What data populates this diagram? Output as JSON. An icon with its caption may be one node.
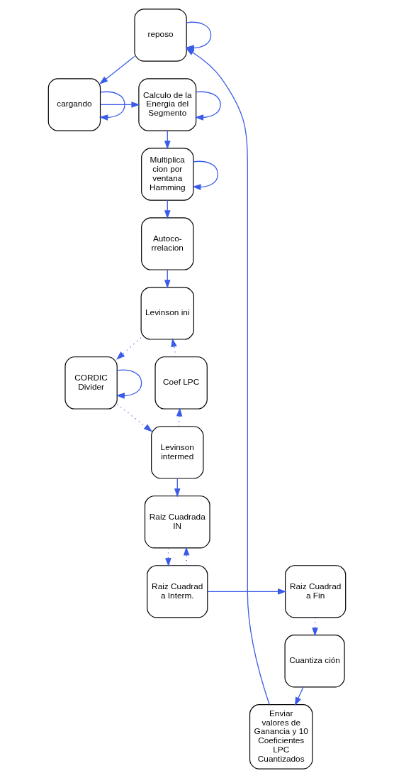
{
  "diagram": {
    "nodes": [
      {
        "text": [
          "reposo"
        ]
      },
      {
        "text": [
          "cargando"
        ]
      },
      {
        "text": [
          "Calculo de la Energia del Segmento"
        ]
      },
      {
        "text": [
          "Multiplica cion por ventana Hamming"
        ]
      },
      {
        "text": [
          "Autoco- rrelacion"
        ]
      },
      {
        "text": [
          "Levinson ini"
        ]
      },
      {
        "text": [
          "Coef LPC"
        ]
      },
      {
        "text": [
          "CORDIC Divider"
        ]
      },
      {
        "text": [
          "Levinson intermed"
        ]
      },
      {
        "text": [
          "Raiz Cuadrada IN"
        ]
      },
      {
        "text": [
          "Raiz Cuadrad a Interm."
        ]
      },
      {
        "text": [
          "Raiz Cuadrad a Fin"
        ]
      },
      {
        "text": [
          "Cuantiza ción"
        ]
      },
      {
        "text": [
          "Enviar valores de Ganancia y 10 Coeficientes LPC Cuantizados"
        ]
      }
    ],
    "edges": [
      {
        "from": 0,
        "to": 0,
        "arrow": "to"
      },
      {
        "from": 0,
        "to": 1,
        "arrow": "to"
      },
      {
        "from": 1,
        "to": 1,
        "arrow": "to"
      },
      {
        "from": 1,
        "to": 2,
        "arrow": "to"
      },
      {
        "from": 2,
        "to": 2,
        "arrow": "to"
      },
      {
        "from": 2,
        "to": 3,
        "arrow": "to"
      },
      {
        "from": 3,
        "to": 3,
        "arrow": "to"
      },
      {
        "from": 3,
        "to": 4,
        "arrow": "to"
      },
      {
        "from": 4,
        "to": 5,
        "arrow": "to"
      },
      {
        "from": 6,
        "to": 5,
        "arrow": "to",
        "style": "dashed"
      },
      {
        "from": 5,
        "to": 7,
        "arrow": "to",
        "style": "dashed"
      },
      {
        "from": 7,
        "to": 7,
        "arrow": "to"
      },
      {
        "from": 7,
        "to": 8,
        "arrow": "to",
        "style": "dashed"
      },
      {
        "from": 8,
        "to": 6,
        "arrow": "to",
        "style": "dashed"
      },
      {
        "from": 8,
        "to": 9,
        "arrow": "to"
      },
      {
        "from": 9,
        "to": 10,
        "arrow": "to",
        "style": "dashed"
      },
      {
        "from": 10,
        "to": 9,
        "arrow": "to",
        "style": "dashed"
      },
      {
        "from": 10,
        "to": 11,
        "arrow": "to"
      },
      {
        "from": 11,
        "to": 12,
        "arrow": "to",
        "style": "dashed"
      },
      {
        "from": 12,
        "to": 13,
        "arrow": "to"
      },
      {
        "from": 13,
        "to": 0,
        "arrow": "to"
      }
    ]
  }
}
